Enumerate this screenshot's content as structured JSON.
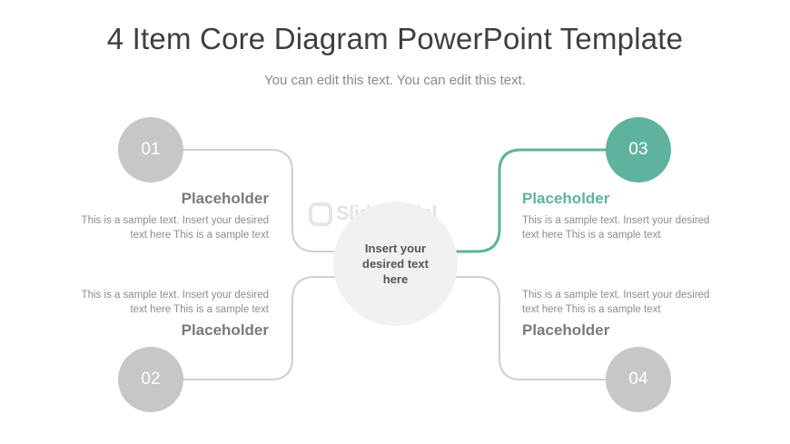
{
  "title": "4 Item Core Diagram PowerPoint Template",
  "subtitle": "You can edit this text. You can edit this text.",
  "watermark": "SlideModel",
  "core": {
    "text": "Insert your desired text here"
  },
  "colors": {
    "accent": "#5fb39e",
    "neutral": "#c7c7c7",
    "core": "#f1f1f1"
  },
  "items": [
    {
      "number": "01",
      "title": "Placeholder",
      "line1": "This is a sample text. Insert your desired",
      "line2": "text here This is a sample text"
    },
    {
      "number": "02",
      "title": "Placeholder",
      "line1": "This is a sample text. Insert your desired",
      "line2": "text here This is a sample text"
    },
    {
      "number": "03",
      "title": "Placeholder",
      "line1": "This is a sample text. Insert your desired",
      "line2": "text here This is a sample text"
    },
    {
      "number": "04",
      "title": "Placeholder",
      "line1": "This is a sample text. Insert your desired",
      "line2": "text here This is a sample text"
    }
  ]
}
